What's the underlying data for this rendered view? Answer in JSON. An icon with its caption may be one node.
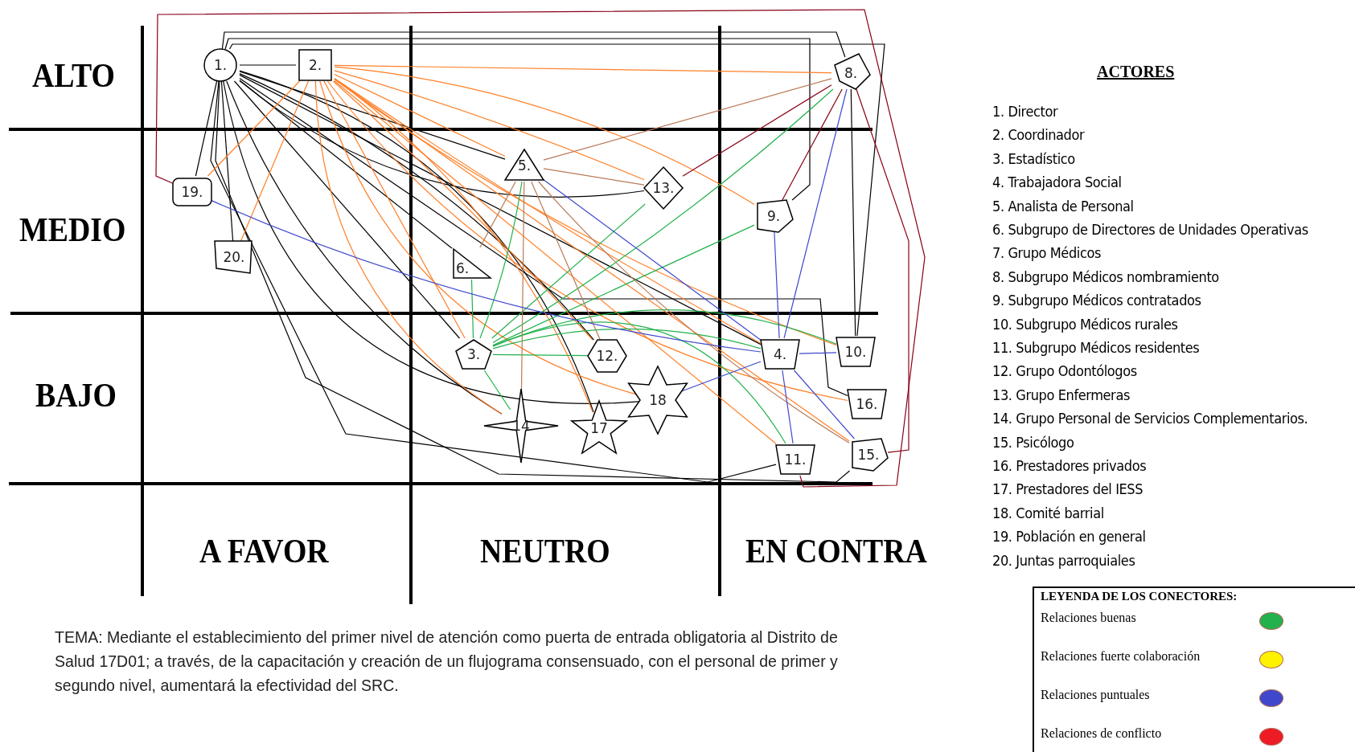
{
  "diagram": {
    "caption": "TEMA: Mediante el establecimiento del primer nivel de atención como puerta de entrada obligatoria al Distrito de Salud 17D01; a través, de la capacitación y creación de un flujograma consensuado, con el personal de primer y segundo nivel, aumentará la efectividad del SRC.",
    "nodes": [
      {
        "text": [
          "1."
        ]
      },
      {
        "text": [
          "2."
        ]
      },
      {
        "text": [
          "3."
        ]
      },
      {
        "text": [
          "4."
        ]
      },
      {
        "text": [
          "5."
        ]
      },
      {
        "text": [
          "6."
        ]
      },
      {
        "text": [
          "8."
        ]
      },
      {
        "text": [
          "9."
        ]
      },
      {
        "text": [
          "10."
        ]
      },
      {
        "text": [
          "11."
        ]
      },
      {
        "text": [
          "12."
        ]
      },
      {
        "text": [
          "13."
        ]
      },
      {
        "text": [
          "14"
        ]
      },
      {
        "text": [
          "15."
        ]
      },
      {
        "text": [
          "16."
        ]
      },
      {
        "text": [
          "17"
        ]
      },
      {
        "text": [
          "18"
        ]
      },
      {
        "text": [
          "19."
        ]
      },
      {
        "text": [
          "20."
        ]
      }
    ],
    "edges": [
      {
        "from": 0,
        "to": 1,
        "arrow": "none"
      },
      {
        "from": 0,
        "to": 2,
        "arrow": "none"
      },
      {
        "from": 0,
        "to": 3,
        "arrow": "none"
      },
      {
        "from": 0,
        "to": 4,
        "arrow": "none"
      },
      {
        "from": 0,
        "to": 5,
        "arrow": "none"
      },
      {
        "from": 0,
        "to": 6,
        "arrow": "none"
      },
      {
        "from": 0,
        "to": 7,
        "arrow": "none"
      },
      {
        "from": 0,
        "to": 8,
        "arrow": "none"
      },
      {
        "from": 0,
        "to": 9,
        "arrow": "none"
      },
      {
        "from": 0,
        "to": 10,
        "arrow": "none"
      },
      {
        "from": 0,
        "to": 11,
        "arrow": "none"
      },
      {
        "from": 0,
        "to": 12,
        "arrow": "none"
      },
      {
        "from": 0,
        "to": 13,
        "arrow": "none"
      },
      {
        "from": 0,
        "to": 14,
        "arrow": "none"
      },
      {
        "from": 0,
        "to": 15,
        "arrow": "none"
      },
      {
        "from": 0,
        "to": 16,
        "arrow": "none"
      },
      {
        "from": 0,
        "to": 17,
        "arrow": "none"
      },
      {
        "from": 0,
        "to": 18,
        "arrow": "none"
      },
      {
        "from": 6,
        "to": 8,
        "arrow": "none"
      },
      {
        "from": 1,
        "to": 6,
        "arrow": "none",
        "color": "#ff7f27"
      },
      {
        "from": 1,
        "to": 11,
        "arrow": "none",
        "color": "#ff7f27"
      },
      {
        "from": 1,
        "to": 7,
        "arrow": "none",
        "color": "#ff7f27"
      },
      {
        "from": 1,
        "to": 4,
        "arrow": "none",
        "color": "#ff7f27"
      },
      {
        "from": 1,
        "to": 3,
        "arrow": "none",
        "color": "#ff7f27"
      },
      {
        "from": 1,
        "to": 8,
        "arrow": "none",
        "color": "#ff7f27"
      },
      {
        "from": 1,
        "to": 14,
        "arrow": "none",
        "color": "#ff7f27"
      },
      {
        "from": 1,
        "to": 13,
        "arrow": "none",
        "color": "#ff7f27"
      },
      {
        "from": 1,
        "to": 9,
        "arrow": "none",
        "color": "#ff7f27"
      },
      {
        "from": 1,
        "to": 16,
        "arrow": "none",
        "color": "#ff7f27"
      },
      {
        "from": 1,
        "to": 15,
        "arrow": "none",
        "color": "#ff7f27"
      },
      {
        "from": 1,
        "to": 12,
        "arrow": "none",
        "color": "#ff7f27"
      },
      {
        "from": 1,
        "to": 10,
        "arrow": "none",
        "color": "#ff7f27"
      },
      {
        "from": 1,
        "to": 2,
        "arrow": "none",
        "color": "#ff7f27"
      },
      {
        "from": 1,
        "to": 17,
        "arrow": "none",
        "color": "#ff7f27"
      },
      {
        "from": 1,
        "to": 18,
        "arrow": "none",
        "color": "#ff7f27"
      },
      {
        "from": 2,
        "to": 4,
        "arrow": "none",
        "color": "#22b14c"
      },
      {
        "from": 2,
        "to": 5,
        "arrow": "none",
        "color": "#22b14c"
      },
      {
        "from": 2,
        "to": 6,
        "arrow": "none",
        "color": "#22b14c"
      },
      {
        "from": 2,
        "to": 7,
        "arrow": "none",
        "color": "#22b14c"
      },
      {
        "from": 2,
        "to": 11,
        "arrow": "none",
        "color": "#22b14c"
      },
      {
        "from": 2,
        "to": 3,
        "arrow": "none",
        "color": "#22b14c"
      },
      {
        "from": 2,
        "to": 8,
        "arrow": "none",
        "color": "#22b14c"
      },
      {
        "from": 2,
        "to": 10,
        "arrow": "none",
        "color": "#22b14c"
      },
      {
        "from": 2,
        "to": 12,
        "arrow": "none",
        "color": "#22b14c"
      },
      {
        "from": 2,
        "to": 9,
        "arrow": "none",
        "color": "#22b14c"
      },
      {
        "from": 4,
        "to": 6,
        "arrow": "none",
        "color": "#b97a57"
      },
      {
        "from": 4,
        "to": 11,
        "arrow": "none",
        "color": "#b97a57"
      },
      {
        "from": 4,
        "to": 5,
        "arrow": "none",
        "color": "#b97a57"
      },
      {
        "from": 4,
        "to": 10,
        "arrow": "none",
        "color": "#b97a57"
      },
      {
        "from": 4,
        "to": 12,
        "arrow": "none",
        "color": "#b97a57"
      },
      {
        "from": 4,
        "to": 13,
        "arrow": "none",
        "color": "#b97a57"
      },
      {
        "from": 17,
        "to": 3,
        "arrow": "none",
        "color": "#3f48cc"
      },
      {
        "from": 4,
        "to": 3,
        "arrow": "none",
        "color": "#3f48cc"
      },
      {
        "from": 7,
        "to": 3,
        "arrow": "none",
        "color": "#3f48cc"
      },
      {
        "from": 6,
        "to": 3,
        "arrow": "none",
        "color": "#3f48cc"
      },
      {
        "from": 3,
        "to": 8,
        "arrow": "none",
        "color": "#3f48cc"
      },
      {
        "from": 3,
        "to": 9,
        "arrow": "none",
        "color": "#3f48cc"
      },
      {
        "from": 3,
        "to": 13,
        "arrow": "none",
        "color": "#3f48cc"
      },
      {
        "from": 16,
        "to": 3,
        "arrow": "none",
        "color": "#3f48cc"
      },
      {
        "from": 11,
        "to": 6,
        "arrow": "none",
        "color": "#880015"
      },
      {
        "from": 7,
        "to": 6,
        "arrow": "none",
        "color": "#880015"
      },
      {
        "from": 6,
        "to": 13,
        "arrow": "none",
        "color": "#880015"
      },
      {
        "from": 17,
        "to": 9,
        "arrow": "none",
        "color": "#880015"
      }
    ],
    "labels": [
      "ALTO",
      "MEDIO",
      "BAJO",
      "A FAVOR",
      "NEUTRO",
      "EN CONTRA",
      "ACTORES",
      "1. Director",
      "2. Coordinador",
      "3. Estadístico",
      "4. Trabajadora Social",
      "5. Analista de Personal",
      "6. Subgrupo de Directores de Unidades Operativas",
      "7. Grupo Médicos",
      "8. Subgrupo Médicos nombramiento",
      "9. Subgrupo Médicos contratados",
      "10. Subgrupo Médicos rurales",
      "11. Subgrupo Médicos residentes",
      "12. Grupo Odontólogos",
      "13. Grupo Enfermeras",
      "14. Grupo Personal de Servicios Complementarios.",
      "15. Psicólogo",
      "16. Prestadores privados",
      "17. Prestadores del IESS",
      "18. Comité barrial",
      "19. Población en general",
      "20. Juntas parroquiales",
      "LEYENDA DE LOS CONECTORES:"
    ],
    "legend": [
      {
        "text": "Relaciones buenas",
        "color": "#22b14c"
      },
      {
        "text": "Relaciones fuerte colaboración",
        "color": "#fff200"
      },
      {
        "text": "Relaciones puntuales",
        "color": "#3f48cc"
      },
      {
        "text": "Relaciones de conflicto",
        "color": "#ed1c24"
      }
    ]
  }
}
